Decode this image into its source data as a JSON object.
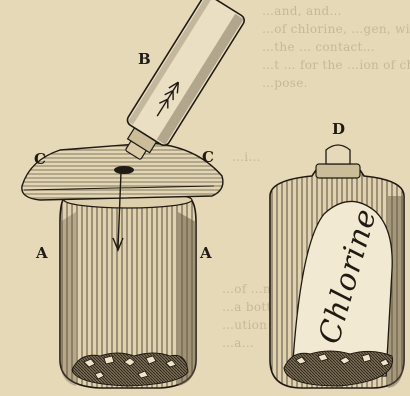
{
  "labels": {
    "bottle": "B",
    "plate_left": "C",
    "plate_right": "C",
    "jar_left": "A",
    "jar_right": "A",
    "stoppered_bottle": "D"
  },
  "bottle_label_text": "Chlorine",
  "background_text_lines": [
    "…and, and…",
    "…of chlorine, …gen, with the",
    "…the … contact…",
    "…t … for the …ion of chlorine gas",
    "…pose.",
    "…i…",
    "…of …n, or that of chlorine,",
    "…a bottle … a …in",
    "…ution an…",
    "…a…"
  ]
}
